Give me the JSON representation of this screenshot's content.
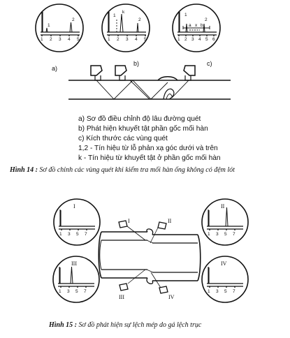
{
  "figure14": {
    "labels": [
      "a)",
      "b)",
      "c)"
    ],
    "screen_a_ticks": [
      "1",
      "2",
      "3",
      "4",
      "5"
    ],
    "screen_a_marks": [
      "1",
      "2"
    ],
    "screen_b_ticks": [
      "1",
      "2",
      "3",
      "4",
      "5"
    ],
    "screen_b_marks": [
      "1",
      "k",
      "2"
    ],
    "screen_c_ticks": [
      "1",
      "2",
      "3",
      "4",
      "5",
      "6"
    ],
    "screen_c_marks": [
      "1",
      "a",
      "x",
      "b",
      "2"
    ],
    "legend": [
      "a) Sơ đồ điều chỉnh độ lâu đường quét",
      "b) Phát hiện khuyết tật phần gốc mối hàn",
      "c) Kích thước các vùng quét",
      "1,2 - Tín hiệu từ lỗ phản xạ góc dưới và trên",
      "k - Tín hiệu từ khuyết tật ở phần gốc mối hàn"
    ],
    "caption_prefix": "Hình 14 :",
    "caption_text": "Sơ đồ chỉnh các vùng quét khi kiểm tra mối hàn ống không có đệm lót"
  },
  "figure15": {
    "screens": [
      {
        "numeral": "I",
        "ticks": [
          "1",
          "3",
          "5",
          "7"
        ]
      },
      {
        "numeral": "II",
        "ticks": [
          "1",
          "3",
          "5",
          "7"
        ]
      },
      {
        "numeral": "III",
        "ticks": [
          "1",
          "3",
          "5",
          "7"
        ]
      },
      {
        "numeral": "IV",
        "ticks": [
          "1",
          "3",
          "5",
          "7"
        ]
      }
    ],
    "probe_labels": [
      "I",
      "II",
      "III",
      "IV"
    ],
    "caption_prefix": "Hình 15 :",
    "caption_text": "Sơ đồ phát hiện sự lệch mép do gá lệch trục"
  }
}
